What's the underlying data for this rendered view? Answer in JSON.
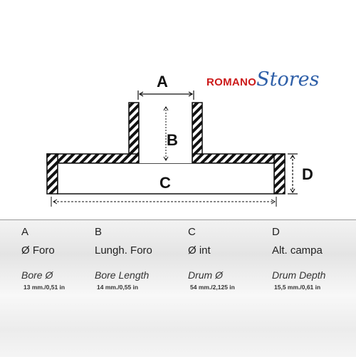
{
  "diagram": {
    "labels": {
      "a": "A",
      "b": "B",
      "c": "C",
      "d": "D"
    }
  },
  "logo": {
    "brand_part1": "ROMANO",
    "brand_part2": "Stores"
  },
  "table": {
    "columns": [
      {
        "letter": "A",
        "label_it": "Ø Foro",
        "label_en": "Bore Ø",
        "value": "13 mm./0,51 in"
      },
      {
        "letter": "B",
        "label_it": "Lungh. Foro",
        "label_en": "Bore Length",
        "value": "14 mm./0,55 in"
      },
      {
        "letter": "C",
        "label_it": "Ø int",
        "label_en": "Drum Ø",
        "value": "54 mm./2,125 in"
      },
      {
        "letter": "D",
        "label_it": "Alt. campa",
        "label_en": "Drum Depth",
        "value": "15,5 mm./0,61 in"
      }
    ]
  },
  "colors": {
    "brand_red": "#cc1a1a",
    "brand_blue": "#2e5fa8",
    "outline": "#111111",
    "panel_background": "#ececec"
  }
}
